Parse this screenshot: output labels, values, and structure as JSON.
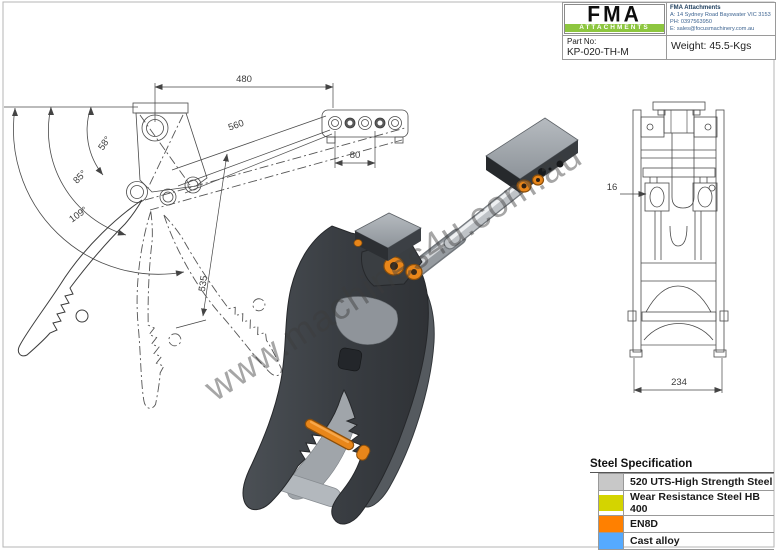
{
  "title_block": {
    "logo": {
      "fma": "FMA",
      "attachments": "ATTACHMENTS"
    },
    "company": {
      "name": "FMA Attachments",
      "address": "A: 14 Sydney Road Bayswater VIC 3153",
      "phone": "PH: 0397563950",
      "email": "E: sales@focusmachinery.com.au"
    },
    "part_no_label": "Part No:",
    "part_no": "KP-020-TH-M",
    "weight": "Weight: 45.5-Kgs"
  },
  "drawing": {
    "dimensions": {
      "mount_span": "480",
      "arm_length": "560",
      "pin_spacing": "80",
      "angle_small": "58°",
      "angle_mid": "85°",
      "angle_large": "109°",
      "drop_length": "535",
      "plate_thickness": "16",
      "overall_width": "234"
    },
    "watermark": "www.machines4u.com.au"
  },
  "legend": {
    "title": "Steel Specification",
    "rows": [
      {
        "color": "#c8c8c8",
        "label": "520 UTS-High Strength Steel"
      },
      {
        "color": "#d4d400",
        "label": "Wear Resistance Steel HB 400"
      },
      {
        "color": "#ff8000",
        "label": "EN8D"
      },
      {
        "color": "#55aaff",
        "label": "Cast alloy"
      }
    ]
  },
  "colors": {
    "logo_green": "#8dc63f",
    "body_dark": "#3a3e43",
    "pin_orange": "#e8861a",
    "rod_silver": "#bfc3c7"
  }
}
